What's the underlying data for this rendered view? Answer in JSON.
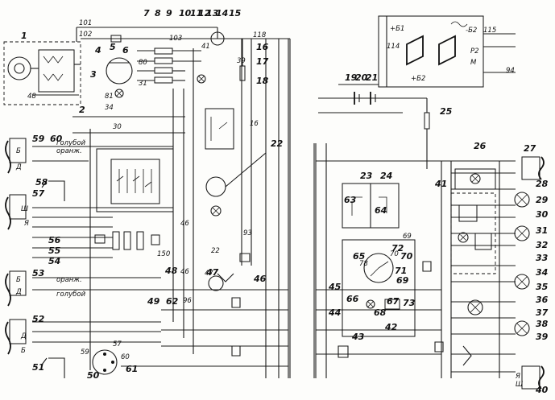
{
  "ref_numbers": [
    "1",
    "2",
    "3",
    "4",
    "5",
    "6",
    "7",
    "8",
    "9",
    "10",
    "11",
    "12",
    "13",
    "14",
    "15",
    "16",
    "17",
    "18",
    "19",
    "20",
    "21",
    "22",
    "23",
    "24",
    "25",
    "26",
    "27",
    "28",
    "29",
    "30",
    "31",
    "32",
    "33",
    "34",
    "35",
    "36",
    "37",
    "38",
    "39",
    "40",
    "41",
    "42",
    "43",
    "44",
    "45",
    "46",
    "47",
    "48",
    "49",
    "50",
    "51",
    "52",
    "53",
    "54",
    "55",
    "56",
    "57",
    "58",
    "59",
    "60",
    "61",
    "62",
    "63",
    "64",
    "65",
    "66",
    "67",
    "68",
    "69",
    "70",
    "71",
    "72",
    "73"
  ],
  "wire_labels": [
    "101",
    "102",
    "103",
    "80",
    "31",
    "41",
    "16",
    "118",
    "115",
    "114",
    "94",
    "48",
    "81",
    "34",
    "30",
    "93",
    "150",
    "22",
    "46",
    "46",
    "47",
    "96",
    "39",
    "59",
    "60",
    "57",
    "69",
    "70",
    "78"
  ],
  "color_labels": {
    "blue": "голубой",
    "orange": "оранж."
  },
  "relay_markings": {
    "b1": "+Б1",
    "b2": "+Б2",
    "minus_b2": "-Б2",
    "p2": "Р2",
    "m": "М"
  },
  "letters": [
    "Б",
    "Д",
    "Ш",
    "Я",
    "Б",
    "Д",
    "Д",
    "Б",
    "Ш",
    "Я"
  ]
}
